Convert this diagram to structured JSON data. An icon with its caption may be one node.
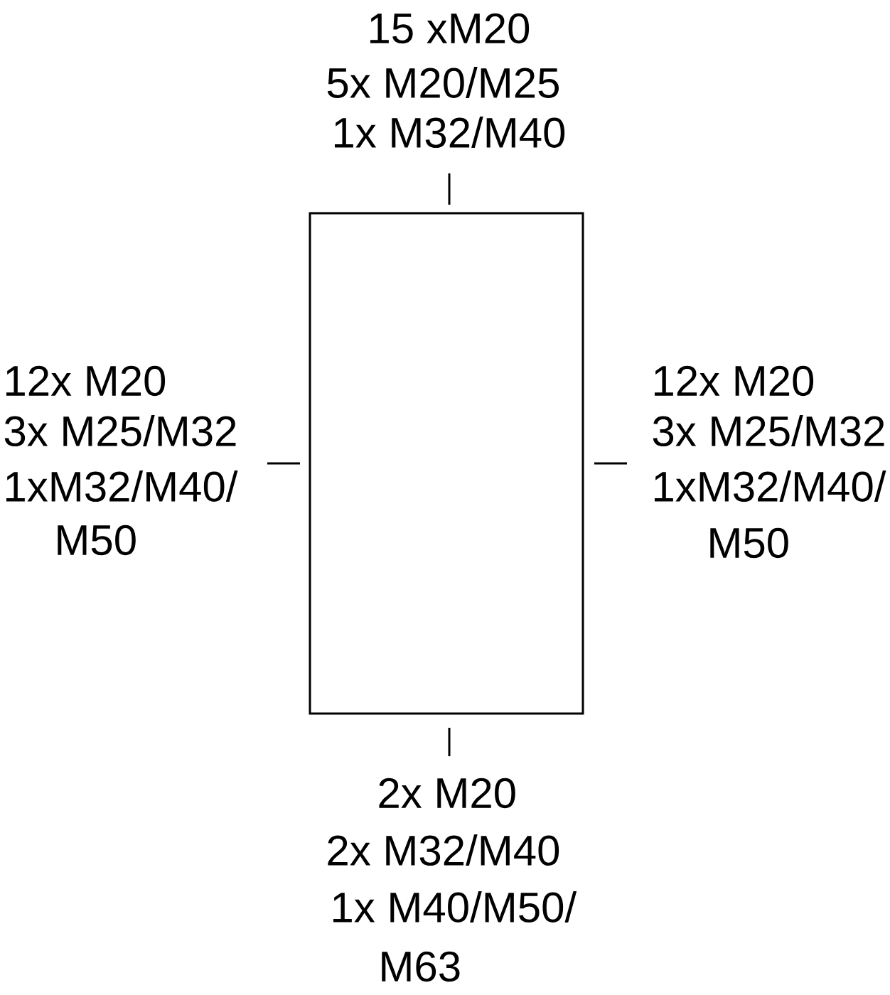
{
  "diagram": {
    "nodes": [
      {
        "text": [],
        "shape": "box"
      }
    ],
    "labels": [
      "15 xM20",
      "5x M20/M25",
      "1x M32/M40",
      "12x M20",
      "3x M25/M32",
      "1xM32/M40/",
      "M50",
      "12x M20",
      "3x M25/M32",
      "1xM32/M40/",
      "M50",
      "2x M20",
      "2x M32/M40",
      "1x M40/M50/",
      "M63"
    ]
  }
}
